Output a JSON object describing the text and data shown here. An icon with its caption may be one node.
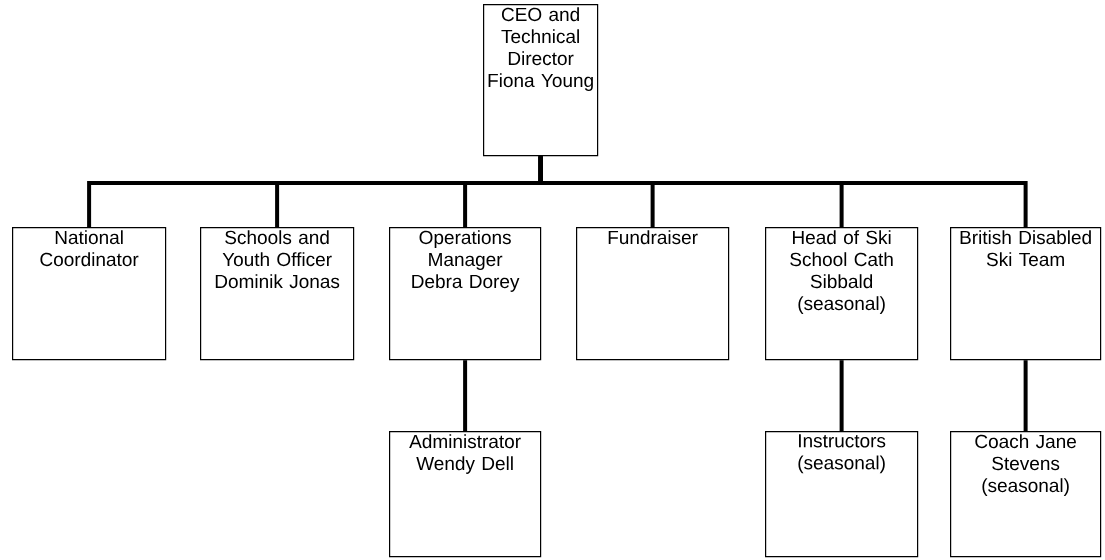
{
  "diagram": {
    "nodes": [
      {
        "text": [
          "CEO and Technical Director Fiona Young"
        ]
      },
      {
        "text": [
          "National Coordinator"
        ]
      },
      {
        "text": [
          "Schools and Youth Officer Dominik Jonas"
        ]
      },
      {
        "text": [
          "Operations Manager Debra Dorey"
        ]
      },
      {
        "text": [
          "Fundraiser"
        ]
      },
      {
        "text": [
          "Head of Ski School Cath Sibbald (seasonal)"
        ]
      },
      {
        "text": [
          "British Disabled Ski Team"
        ]
      },
      {
        "text": [
          "Administrator Wendy Dell"
        ]
      },
      {
        "text": [
          "Instructors (seasonal)"
        ]
      },
      {
        "text": [
          "Coach Jane Stevens (seasonal)"
        ]
      }
    ],
    "edges": [
      {
        "from": 0,
        "to": 1,
        "arrow": "none"
      },
      {
        "from": 0,
        "to": 2,
        "arrow": "none"
      },
      {
        "from": 0,
        "to": 3,
        "arrow": "none"
      },
      {
        "from": 0,
        "to": 4,
        "arrow": "none"
      },
      {
        "from": 0,
        "to": 5,
        "arrow": "none"
      },
      {
        "from": 0,
        "to": 6,
        "arrow": "none"
      },
      {
        "from": 3,
        "to": 7,
        "arrow": "none"
      },
      {
        "from": 5,
        "to": 8,
        "arrow": "none"
      },
      {
        "from": 6,
        "to": 9,
        "arrow": "none"
      }
    ]
  }
}
